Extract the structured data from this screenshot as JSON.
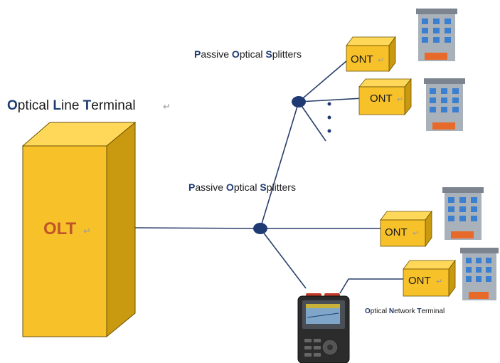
{
  "olt": {
    "heading": "Optical Line Terminal",
    "heading_parts": [
      {
        "cap": "O",
        "rest": "ptical "
      },
      {
        "cap": "L",
        "rest": "ine "
      },
      {
        "cap": "T",
        "rest": "erminal"
      }
    ],
    "box_label": "OLT"
  },
  "splitters": {
    "upper_label_parts": [
      {
        "cap": "P",
        "rest": "assive "
      },
      {
        "cap": "O",
        "rest": "ptical "
      },
      {
        "cap": "S",
        "rest": "plitters"
      }
    ],
    "lower_label_parts": [
      {
        "cap": "P",
        "rest": "assive "
      },
      {
        "cap": "O",
        "rest": "ptical "
      },
      {
        "cap": "S",
        "rest": "plitters"
      }
    ]
  },
  "onts": [
    "ONT",
    "ONT",
    "ONT",
    "ONT"
  ],
  "ont_caption_parts": [
    {
      "cap": "O",
      "rest": "ptical "
    },
    {
      "cap": "N",
      "rest": "etwork "
    },
    {
      "cap": "T",
      "rest": "erminal"
    }
  ],
  "colors": {
    "box_front": "#f7c12a",
    "box_side": "#c99a10",
    "box_top": "#ffd85a",
    "line": "#2a3f6a",
    "node": "#1f3b73",
    "building": "#8f98a3",
    "window": "#3a7fd0",
    "door": "#e86a2a"
  }
}
